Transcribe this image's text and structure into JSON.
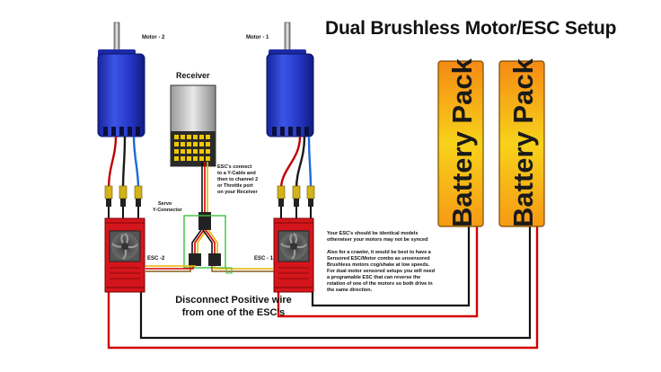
{
  "title": "Dual Brushless Motor/ESC Setup",
  "motors": [
    {
      "label": "Motor - 2"
    },
    {
      "label": "Motor - 1"
    }
  ],
  "receiver": {
    "label": "Receiver"
  },
  "escs": [
    {
      "label": "ESC -2"
    },
    {
      "label": "ESC - 1"
    }
  ],
  "batteries": [
    {
      "label": "Battery Pack"
    },
    {
      "label": "Battery Pack"
    }
  ],
  "annotations": {
    "esc_connect": [
      "ESC's connect",
      "to a Y-Cable and",
      "then to channel 2",
      "or Throttle port",
      "on your Receiver"
    ],
    "servo_connector": [
      "Servo",
      "Y-Connector"
    ],
    "identical_note": [
      "Your ESC's should be identical models",
      "otherwiser your motors may not be synced"
    ],
    "crawler_note": [
      "Also for a crawler, it would be best to have a",
      "Sensored ESC/Motor combo as unsensored",
      "Brushless motors cog/shake at low speeds.",
      "For dual motor sensored setups you will need",
      "a programable ESC that can reverse the",
      "rotation of one of the motors so both drive in",
      "the same direction."
    ],
    "disconnect": [
      "Disconnect Positive wire",
      "from one of the ESC's"
    ]
  },
  "colors": {
    "motor_blue": "#2a3fcf",
    "esc_red": "#d4161c",
    "battery_orange": "#f7a11a",
    "battery_yellow": "#f4ee1c",
    "wire_red": "#d40000",
    "wire_black": "#111111",
    "highlight_green": "#3fbf3f"
  }
}
